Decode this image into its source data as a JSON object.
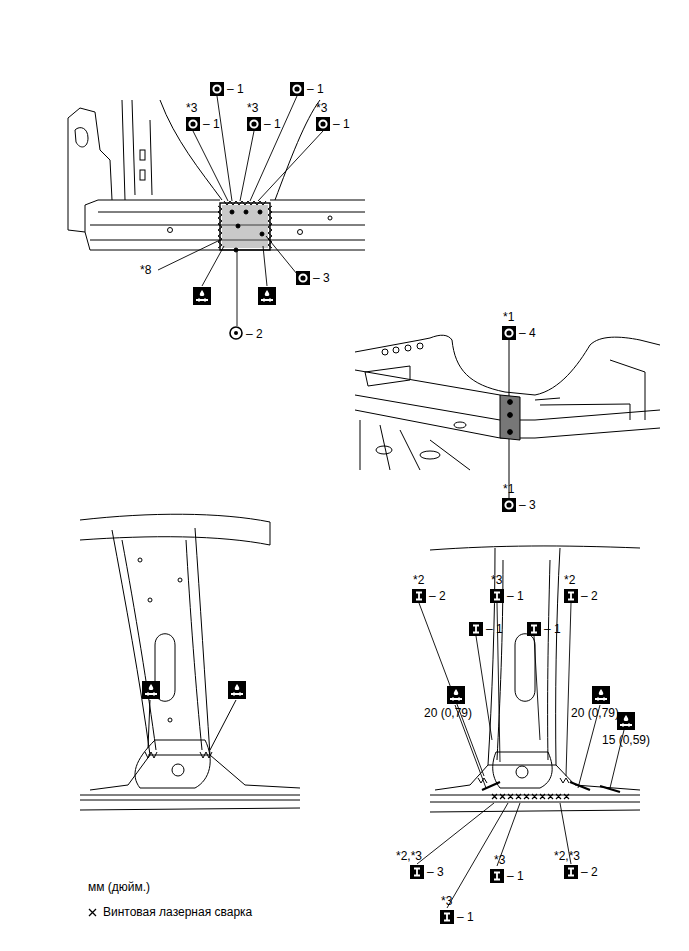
{
  "diagram": {
    "labels": [
      "– 1",
      "– 1",
      "*3",
      "– 1",
      "*3",
      "– 1",
      "*3",
      "– 1",
      "*8",
      "– 3",
      "– 2",
      "*1",
      "– 4",
      "*1",
      "– 3",
      "*2",
      "– 2",
      "*3",
      "– 1",
      "*2",
      "– 2",
      "– 1",
      "– 1",
      "20 (0,79)",
      "20 (0,79)",
      "15 (0,59)",
      "*2,*3",
      "– 3",
      "*3",
      "– 1",
      "*2,*3",
      "– 2",
      "*3",
      "– 1",
      "мм (дюйм.)",
      "Винтовая лазерная сварка"
    ]
  }
}
